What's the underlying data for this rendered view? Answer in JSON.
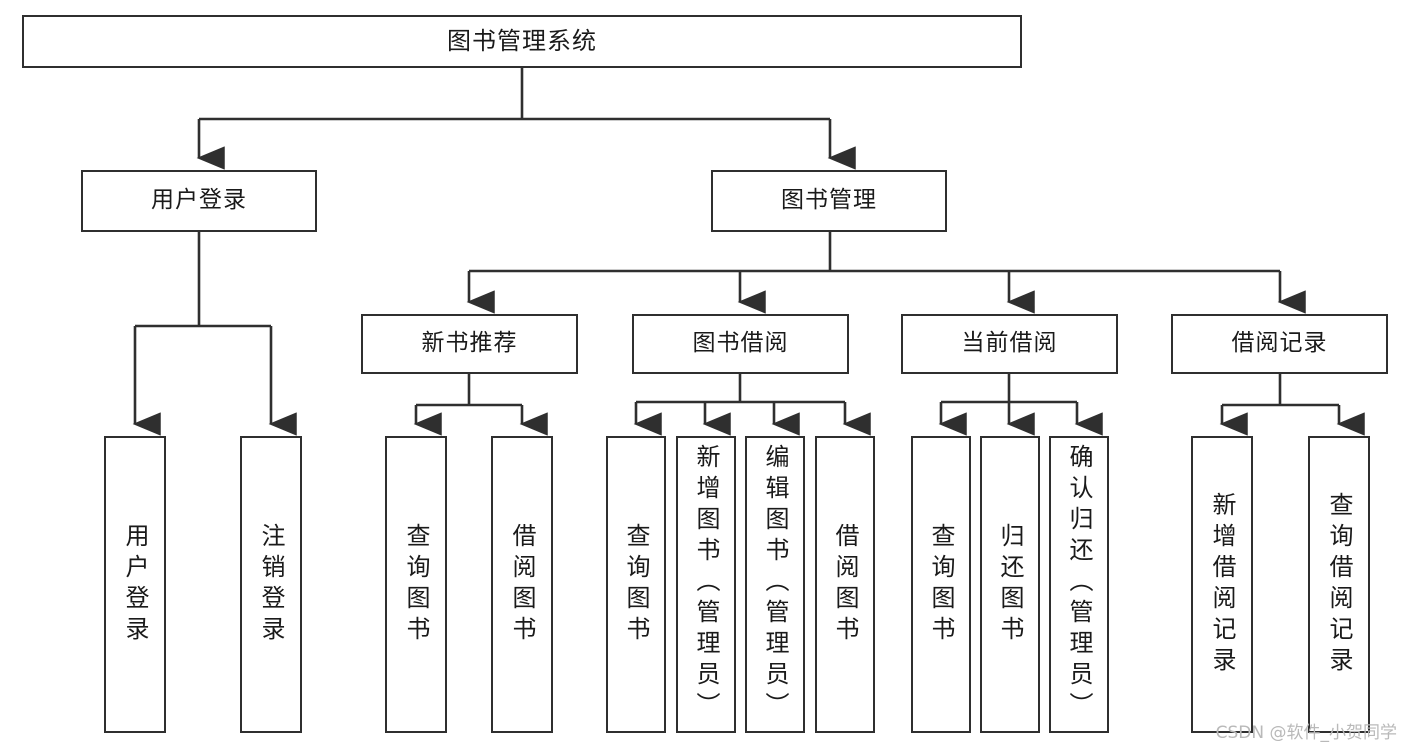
{
  "diagram": {
    "title": "图书管理系统",
    "watermark": "CSDN @软件_小贺同学",
    "line_color": "#2f2f2f",
    "box_fill": "#ffffff",
    "text_color": "#1a1a1a",
    "root": {
      "label": "图书管理系统"
    },
    "level2": [
      {
        "label": "用户登录"
      },
      {
        "label": "图书管理"
      }
    ],
    "level3": [
      {
        "label": "新书推荐"
      },
      {
        "label": "图书借阅"
      },
      {
        "label": "当前借阅"
      },
      {
        "label": "借阅记录"
      }
    ],
    "leaves": {
      "user_login": [
        {
          "label": "用户登录"
        },
        {
          "label": "注销登录"
        }
      ],
      "new_book_recommend": [
        {
          "label": "查询图书"
        },
        {
          "label": "借阅图书"
        }
      ],
      "book_borrow": [
        {
          "label": "查询图书"
        },
        {
          "label": "新增图书（管理员）"
        },
        {
          "label": "编辑图书（管理员）"
        },
        {
          "label": "借阅图书"
        }
      ],
      "current_borrow": [
        {
          "label": "查询图书"
        },
        {
          "label": "归还图书"
        },
        {
          "label": "确认归还（管理员）"
        }
      ],
      "borrow_record": [
        {
          "label": "新增借阅记录"
        },
        {
          "label": "查询借阅记录"
        }
      ]
    }
  }
}
